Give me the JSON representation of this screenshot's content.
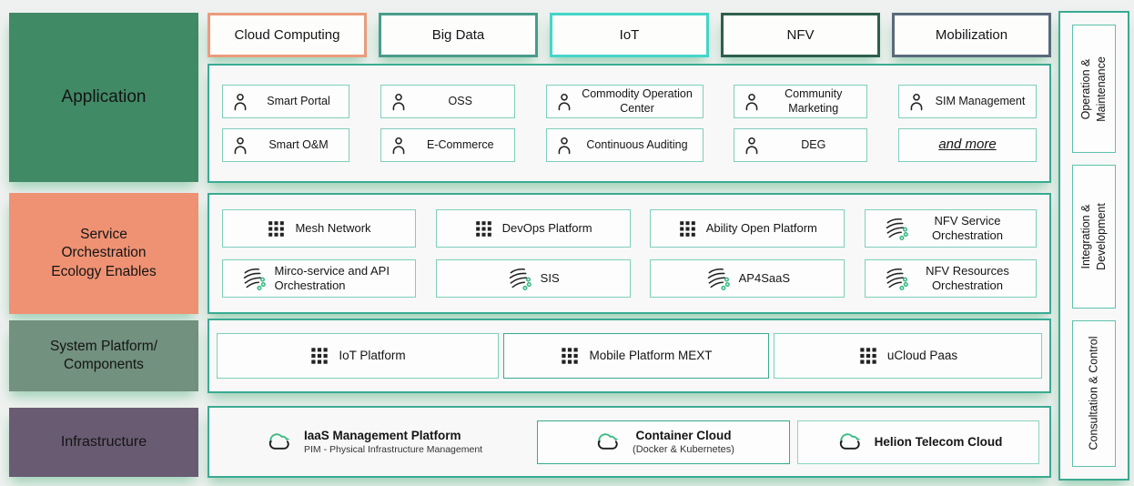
{
  "tabs": {
    "items": [
      {
        "label": "Cloud Computing",
        "border_color": "#eb9c7d"
      },
      {
        "label": "Big Data",
        "border_color": "#4a9c8b"
      },
      {
        "label": "IoT",
        "border_color": "#44d5c9"
      },
      {
        "label": "NFV",
        "border_color": "#2e5f4d"
      },
      {
        "label": "Mobilization",
        "border_color": "#5a6a7b"
      }
    ]
  },
  "layers": [
    {
      "id": "application",
      "lines": [
        "Application"
      ],
      "color": "#418a66"
    },
    {
      "id": "service-orchestration",
      "lines": [
        "Service",
        "Orchestration",
        "Ecology Enables"
      ],
      "color": "#ef9273"
    },
    {
      "id": "system-platform",
      "lines": [
        "System Platform/",
        "Components"
      ],
      "color": "#72917e"
    },
    {
      "id": "infrastructure",
      "lines": [
        "Infrastructure"
      ],
      "color": "#695c72"
    }
  ],
  "application": {
    "rows": [
      [
        {
          "label": "Smart Portal",
          "icon": "user"
        },
        {
          "label": "OSS",
          "icon": "user"
        },
        {
          "label": "Commodity Operation Center",
          "icon": "user"
        },
        {
          "label": "Community Marketing",
          "icon": "user"
        },
        {
          "label": "SIM Management",
          "icon": "user"
        }
      ],
      [
        {
          "label": "Smart O&M",
          "icon": "user"
        },
        {
          "label": "E-Commerce",
          "icon": "user"
        },
        {
          "label": "Continuous Auditing",
          "icon": "user"
        },
        {
          "label": "DEG",
          "icon": "user"
        },
        {
          "label": "and more",
          "icon": "none"
        }
      ]
    ]
  },
  "service_orchestration": {
    "rows": [
      [
        {
          "label": "Mesh Network",
          "icon": "grid"
        },
        {
          "label": "DevOps Platform",
          "icon": "grid"
        },
        {
          "label": "Ability Open Platform",
          "icon": "grid"
        },
        {
          "label": "NFV Service Orchestration",
          "icon": "orchestration"
        }
      ],
      [
        {
          "label": "Mirco-service and API Orchestration",
          "icon": "orchestration"
        },
        {
          "label": "SIS",
          "icon": "orchestration"
        },
        {
          "label": "AP4SaaS",
          "icon": "orchestration"
        },
        {
          "label": "NFV Resources Orchestration",
          "icon": "orchestration"
        }
      ]
    ]
  },
  "system_platform": {
    "items": [
      {
        "label": "IoT Platform",
        "icon": "grid"
      },
      {
        "label": "Mobile Platform MEXT",
        "icon": "grid"
      },
      {
        "label": "uCloud Paas",
        "icon": "grid"
      }
    ]
  },
  "infrastructure": {
    "items": [
      {
        "title": "IaaS Management Platform",
        "subtitle": "PIM - Physical Infrastructure Management",
        "icon": "cloud"
      },
      {
        "title": "Container Cloud",
        "subtitle": "(Docker & Kubernetes)",
        "icon": "cloud"
      },
      {
        "title": "Helion Telecom Cloud",
        "icon": "cloud"
      }
    ]
  },
  "side_panel": {
    "items": [
      {
        "line1": "Operation &",
        "line2": "Maintenance"
      },
      {
        "line1": "Integration &",
        "line2": "Development"
      },
      {
        "line1": "Consultation & Control"
      }
    ]
  },
  "colors": {
    "container_border": "#3aaa92",
    "item_border": "#7fcfbc",
    "accent_green": "#3bb882",
    "background": "#eef1ef"
  }
}
